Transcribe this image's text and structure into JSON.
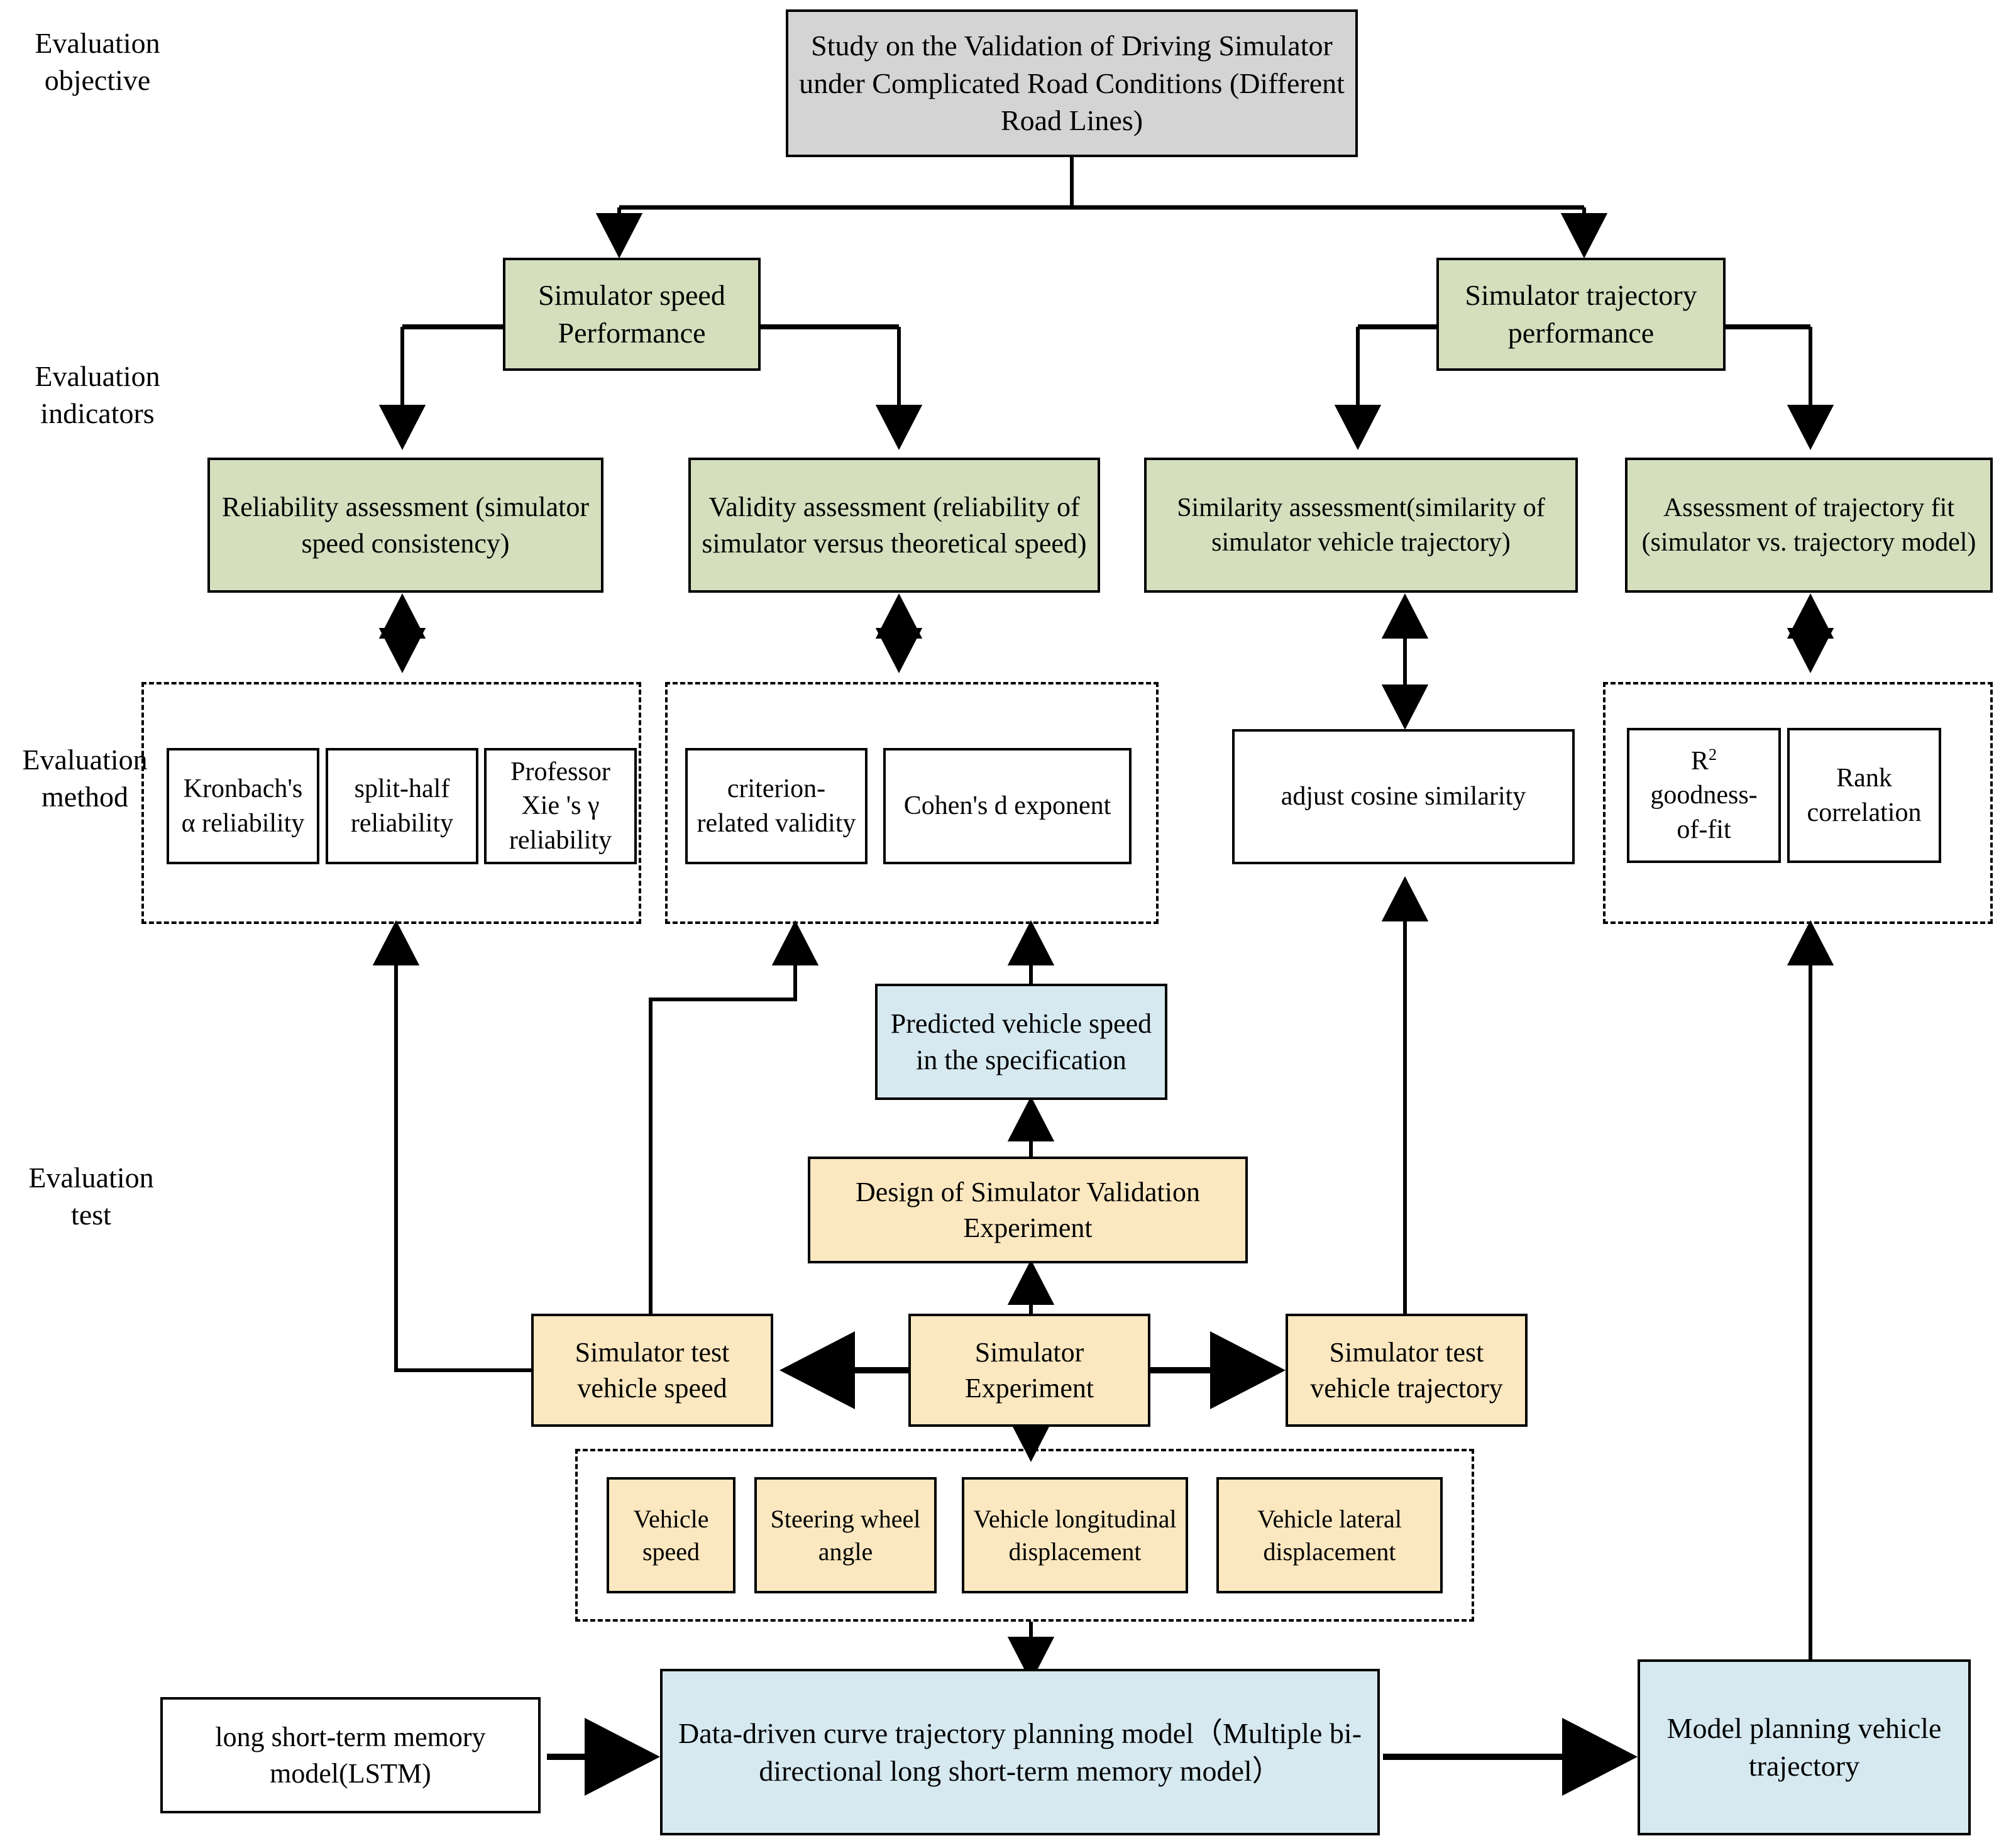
{
  "diagram": {
    "title": "Study on the Validation of Driving Simulator under Complicated Road Conditions (Different Road Lines)",
    "colors": {
      "objective_box": "#d4d4d4",
      "indicator_box": "#d5debd",
      "test_box": "#fce8c0",
      "model_box": "#d6e9f0",
      "method_box": "#ffffff",
      "line": "#000000"
    }
  },
  "row_labels": [
    {
      "id": "objective",
      "line1": "Evaluation",
      "line2": "objective"
    },
    {
      "id": "indicators",
      "line1": "Evaluation",
      "line2": "indicators"
    },
    {
      "id": "method",
      "line1": "Evaluation",
      "line2": "method"
    },
    {
      "id": "test",
      "line1": "Evaluation",
      "line2": "test"
    }
  ],
  "objective": {
    "text": "Study on the Validation of Driving Simulator under Complicated Road Conditions (Different Road Lines)"
  },
  "performance": [
    {
      "id": "speed",
      "text": "Simulator speed Performance"
    },
    {
      "id": "trajectory",
      "text": "Simulator trajectory performance"
    }
  ],
  "indicators": [
    {
      "id": "reliability",
      "text": "Reliability assessment (simulator speed consistency)"
    },
    {
      "id": "validity",
      "text": "Validity assessment (reliability of simulator versus theoretical speed)"
    },
    {
      "id": "similarity",
      "text": "Similarity assessment(similarity of simulator vehicle trajectory)"
    },
    {
      "id": "fit",
      "text": "Assessment of trajectory fit (simulator vs. trajectory model)"
    }
  ],
  "methods": {
    "group_reliability": [
      {
        "id": "kronbach",
        "text": "Kronbach's α reliability"
      },
      {
        "id": "split-half",
        "text": "split-half reliability"
      },
      {
        "id": "xie-gamma",
        "text": "Professor Xie 's γ reliability"
      }
    ],
    "group_validity": [
      {
        "id": "criterion",
        "text": "criterion-related validity"
      },
      {
        "id": "cohens-d",
        "text": "Cohen's d exponent"
      }
    ],
    "standalone_similarity": {
      "id": "adjust-cosine",
      "text": "adjust cosine similarity"
    },
    "group_fit": [
      {
        "id": "r2",
        "text_pre": "R",
        "text_sup": "2",
        "text_post": " goodness-of-fit"
      },
      {
        "id": "rank",
        "text": "Rank correlation"
      }
    ]
  },
  "test": {
    "predicted_speed": "Predicted vehicle speed in the specification",
    "design_experiment": "Design of Simulator Validation Experiment",
    "simulator_experiment": "Simulator Experiment",
    "test_vehicle_speed": "Simulator test vehicle speed",
    "test_vehicle_trajectory": "Simulator test vehicle trajectory",
    "measures": [
      {
        "id": "vehicle-speed",
        "text": "Vehicle speed"
      },
      {
        "id": "steering-angle",
        "text": "Steering wheel angle"
      },
      {
        "id": "longitudinal-displacement",
        "text": "Vehicle longitudinal displacement"
      },
      {
        "id": "lateral-displacement",
        "text": "Vehicle lateral displacement"
      }
    ]
  },
  "model_row": {
    "lstm": "long short-term memory model(LSTM)",
    "data_driven": "Data-driven curve trajectory planning model（Multiple bi-directional long short-term memory model）",
    "model_planning": "Model planning vehicle trajectory"
  }
}
